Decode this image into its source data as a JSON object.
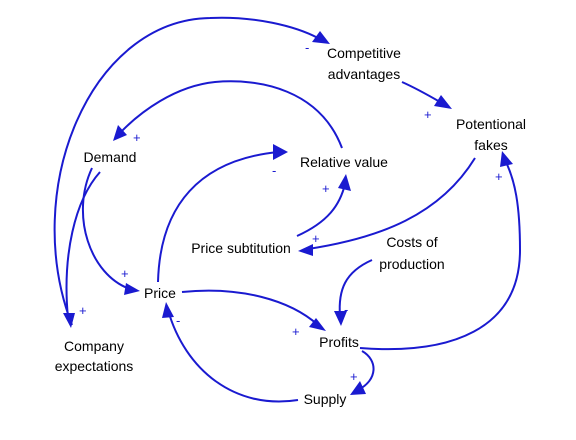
{
  "nodes": {
    "competitive_advantages": [
      "Competitive",
      "advantages"
    ],
    "potential_fakes": [
      "Potentional",
      "fakes"
    ],
    "demand": [
      "Demand"
    ],
    "relative_value": [
      "Relative value"
    ],
    "price_substitution": [
      "Price subtitution"
    ],
    "costs_of_production": [
      "Costs of",
      "production"
    ],
    "price": [
      "Price"
    ],
    "profits": [
      "Profits"
    ],
    "company_expectations": [
      "Company",
      "expectations"
    ],
    "supply": [
      "Supply"
    ]
  },
  "links": [
    {
      "id": "demand-to-competitive-advantages",
      "sign": "-"
    },
    {
      "id": "competitive-advantages-to-potential-fakes",
      "sign": "+"
    },
    {
      "id": "relative-value-to-demand",
      "sign": "+"
    },
    {
      "id": "price-to-relative-value",
      "sign": "-"
    },
    {
      "id": "price-substitution-to-relative-value",
      "sign": "+"
    },
    {
      "id": "potential-fakes-to-price-substitution",
      "sign": "+"
    },
    {
      "id": "demand-to-price",
      "sign": "+"
    },
    {
      "id": "demand-to-company-expectations",
      "sign": "+"
    },
    {
      "id": "price-to-profits",
      "sign": "+"
    },
    {
      "id": "costs-to-profits",
      "sign": "-"
    },
    {
      "id": "profits-to-potential-fakes",
      "sign": "+"
    },
    {
      "id": "profits-to-supply",
      "sign": "+"
    },
    {
      "id": "supply-to-price",
      "sign": "-"
    }
  ]
}
